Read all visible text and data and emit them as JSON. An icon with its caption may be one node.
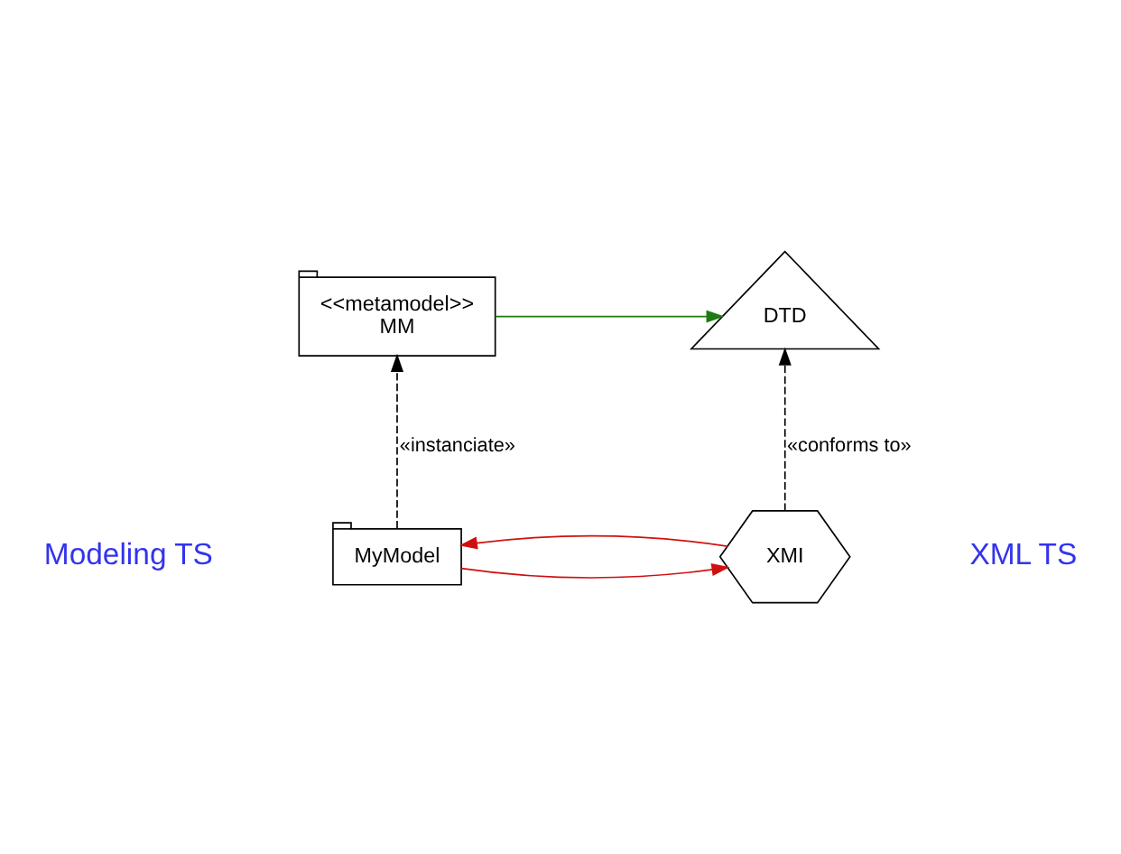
{
  "diagram": {
    "nodes": [
      {
        "text": [
          "<<metamodel>>",
          "MM"
        ]
      },
      {
        "text": [
          "MyModel"
        ]
      },
      {
        "text": [
          "DTD"
        ]
      },
      {
        "text": [
          "XMI"
        ]
      }
    ],
    "edges": [
      {
        "from": 1,
        "to": 0,
        "arrow": "to",
        "style": "dashed",
        "label": "«instanciate»"
      },
      {
        "from": 3,
        "to": 2,
        "arrow": "to",
        "style": "dashed",
        "label": "«conforms to»"
      },
      {
        "from": 0,
        "to": 2,
        "arrow": "to",
        "color": "#1e7a12"
      },
      {
        "from": 3,
        "to": 1,
        "arrow": "to",
        "color": "#d01010"
      },
      {
        "from": 1,
        "to": 3,
        "arrow": "to",
        "color": "#d01010"
      }
    ],
    "labels": [
      "Modeling TS",
      "XML TS"
    ]
  }
}
